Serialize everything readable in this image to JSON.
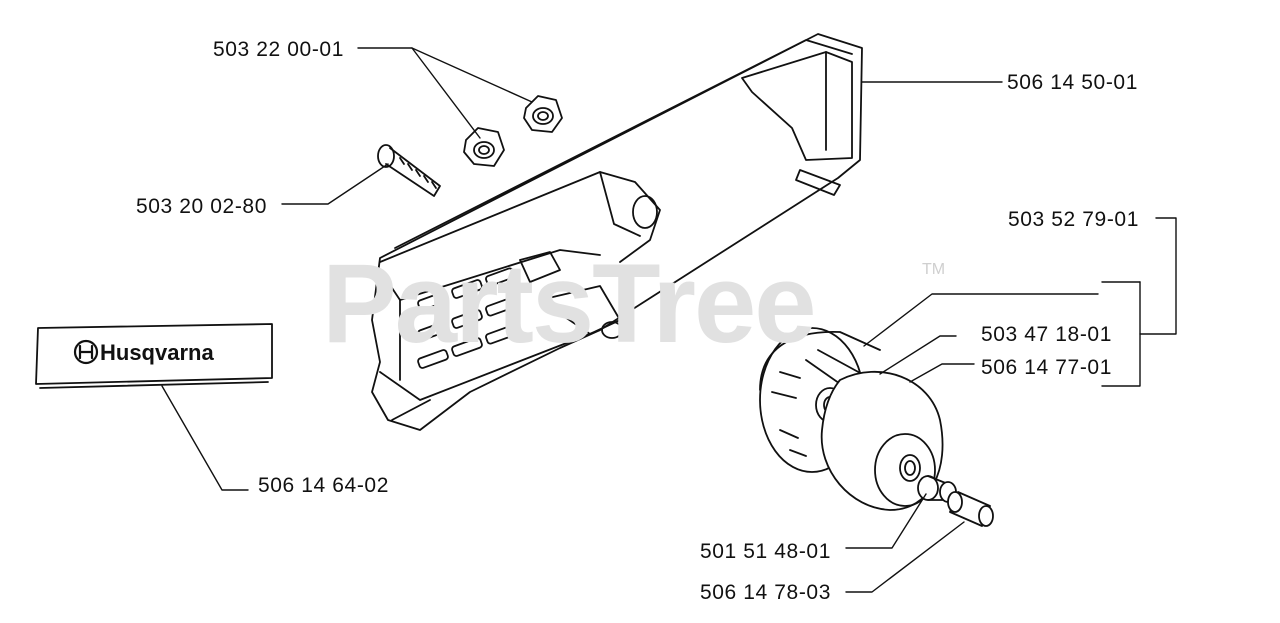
{
  "watermark": {
    "text": "PartsTree",
    "trademark": "TM"
  },
  "logo": {
    "text": "Husqvarna",
    "icon": "husqvarna-crown-h-icon"
  },
  "parts": [
    {
      "id": "guard_nuts",
      "part_number": "503 22 00-01"
    },
    {
      "id": "clutch_cover",
      "part_number": "506 14 50-01"
    },
    {
      "id": "guard_bolt",
      "part_number": "503 20 02-80"
    },
    {
      "id": "clutch_assembly",
      "part_number": "503 52 79-01"
    },
    {
      "id": "clutch_spring",
      "part_number": "503 47 18-01"
    },
    {
      "id": "clutch_drum",
      "part_number": "506 14 77-01"
    },
    {
      "id": "decal",
      "part_number": "506 14 64-02"
    },
    {
      "id": "needle_bearing",
      "part_number": "501 51 48-01"
    },
    {
      "id": "bushing",
      "part_number": "506 14 78-03"
    }
  ],
  "colors": {
    "line": "#111111",
    "watermark": "#e1e1e1"
  }
}
